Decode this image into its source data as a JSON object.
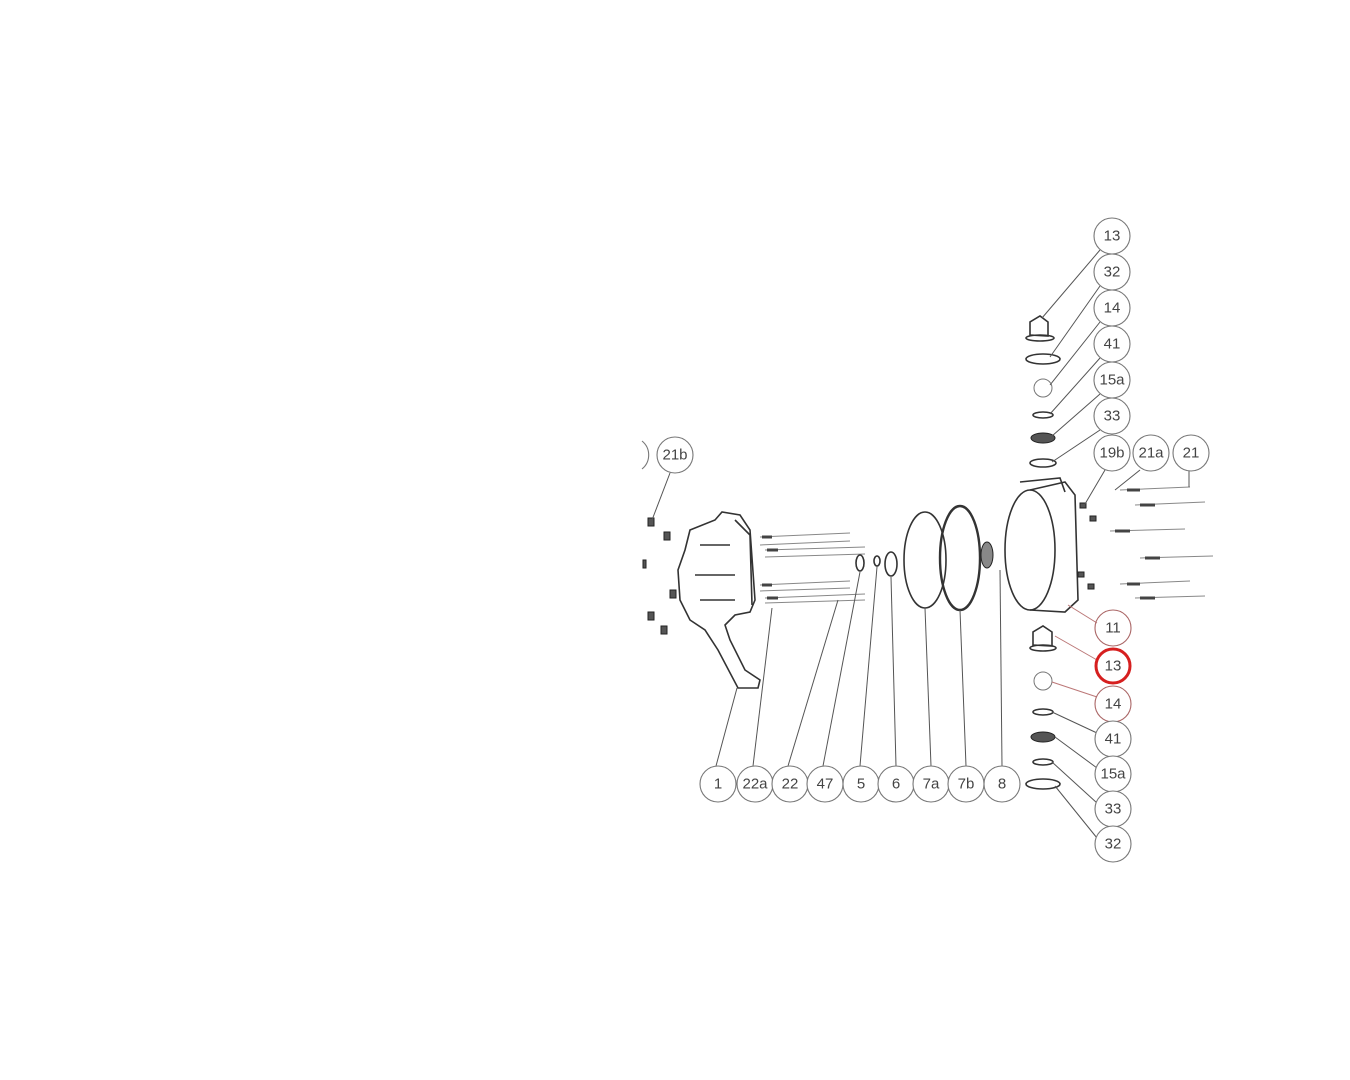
{
  "diagram": {
    "highlight_color": "#d61f1f",
    "callouts_top_column": [
      "13",
      "32",
      "14",
      "41",
      "15a",
      "33"
    ],
    "callouts_top_row": [
      "19b",
      "21a",
      "21"
    ],
    "callouts_right_column": [
      "11",
      "13",
      "14",
      "41",
      "15a",
      "33",
      "32"
    ],
    "callouts_bottom_row": [
      "1",
      "22a",
      "22",
      "47",
      "5",
      "6",
      "7a",
      "7b",
      "8"
    ],
    "callout_left": "21b",
    "highlighted_callout": "13"
  }
}
